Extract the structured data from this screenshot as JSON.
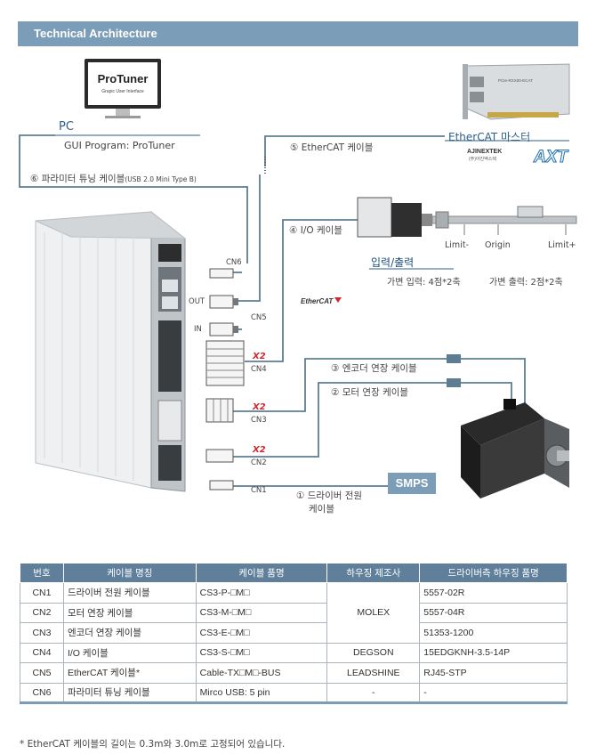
{
  "header": {
    "title": "Technical Architecture"
  },
  "monitor": {
    "brand": "ProTuner",
    "tagline": "Grapic User Interface"
  },
  "pc": {
    "title": "PC",
    "subtitle": "GUI Program: ProTuner"
  },
  "ethercat_master": {
    "title": "EtherCAT 마스터",
    "vendor": "AJINEXTEK",
    "vendor_sub": "(주)아진엑스텍",
    "brand_mark": "AXT",
    "card_label": "PCIe-RXX00-ECAT"
  },
  "cables": {
    "c6": "⑥ 파라미터 튜닝 케이블",
    "c6_note": "(USB 2.0 Mini Type B)",
    "c5": "⑤ EtherCAT 케이블",
    "c4": "④ I/O 케이블",
    "c3": "③ 엔코더 연장 케이블",
    "c2": "② 모터 연장 케이블",
    "c1_line1": "① 드라이버 전원",
    "c1_line2": "케이블"
  },
  "connectors": {
    "cn6": "CN6",
    "out": "OUT",
    "in": "IN",
    "cn5": "CN5",
    "cn4": "CN4",
    "cn3": "CN3",
    "cn2": "CN2",
    "cn1": "CN1",
    "x2": "X2"
  },
  "ethercat_logo": "EtherCAT",
  "io": {
    "limit_minus": "Limit-",
    "origin": "Origin",
    "limit_plus": "Limit+",
    "title": "입력/출력",
    "inputs": "가변 입력: 4점*2축",
    "outputs": "가변 출력: 2점*2축"
  },
  "smps": "SMPS",
  "table": {
    "headers": [
      "번호",
      "케이블 명칭",
      "케이블 품명",
      "하우징 제조사",
      "드라이버측 하우징 품명"
    ],
    "rows": [
      {
        "no": "CN1",
        "name": "드라이버 전원 케이블",
        "part": "CS3-P-□M□",
        "maker": "",
        "housing": "5557-02R"
      },
      {
        "no": "CN2",
        "name": "모터 연장 케이블",
        "part": "CS3-M-□M□",
        "maker": "MOLEX",
        "housing": "5557-04R"
      },
      {
        "no": "CN3",
        "name": "엔코더 연장 케이블",
        "part": "CS3-E-□M□",
        "maker": "",
        "housing": "51353-1200"
      },
      {
        "no": "CN4",
        "name": "I/O 케이블",
        "part": "CS3-S-□M□",
        "maker": "DEGSON",
        "housing": "15EDGKNH-3.5-14P"
      },
      {
        "no": "CN5",
        "name": "EtherCAT 케이블*",
        "part": "Cable-TX□M□-BUS",
        "maker": "LEADSHINE",
        "housing": "RJ45-STP"
      },
      {
        "no": "CN6",
        "name": "파라미터 튜닝 케이블",
        "part": "Mirco USB: 5 pin",
        "maker": "-",
        "housing": "-"
      }
    ]
  },
  "footnote": "* EtherCAT 케이블의 길이는 0.3m와 3.0m로 고정되어 있습니다.",
  "colors": {
    "accent": "#7b9db7",
    "table_header": "#5f7f9a",
    "x2_red": "#d6262c",
    "line": "#5d7d93"
  }
}
